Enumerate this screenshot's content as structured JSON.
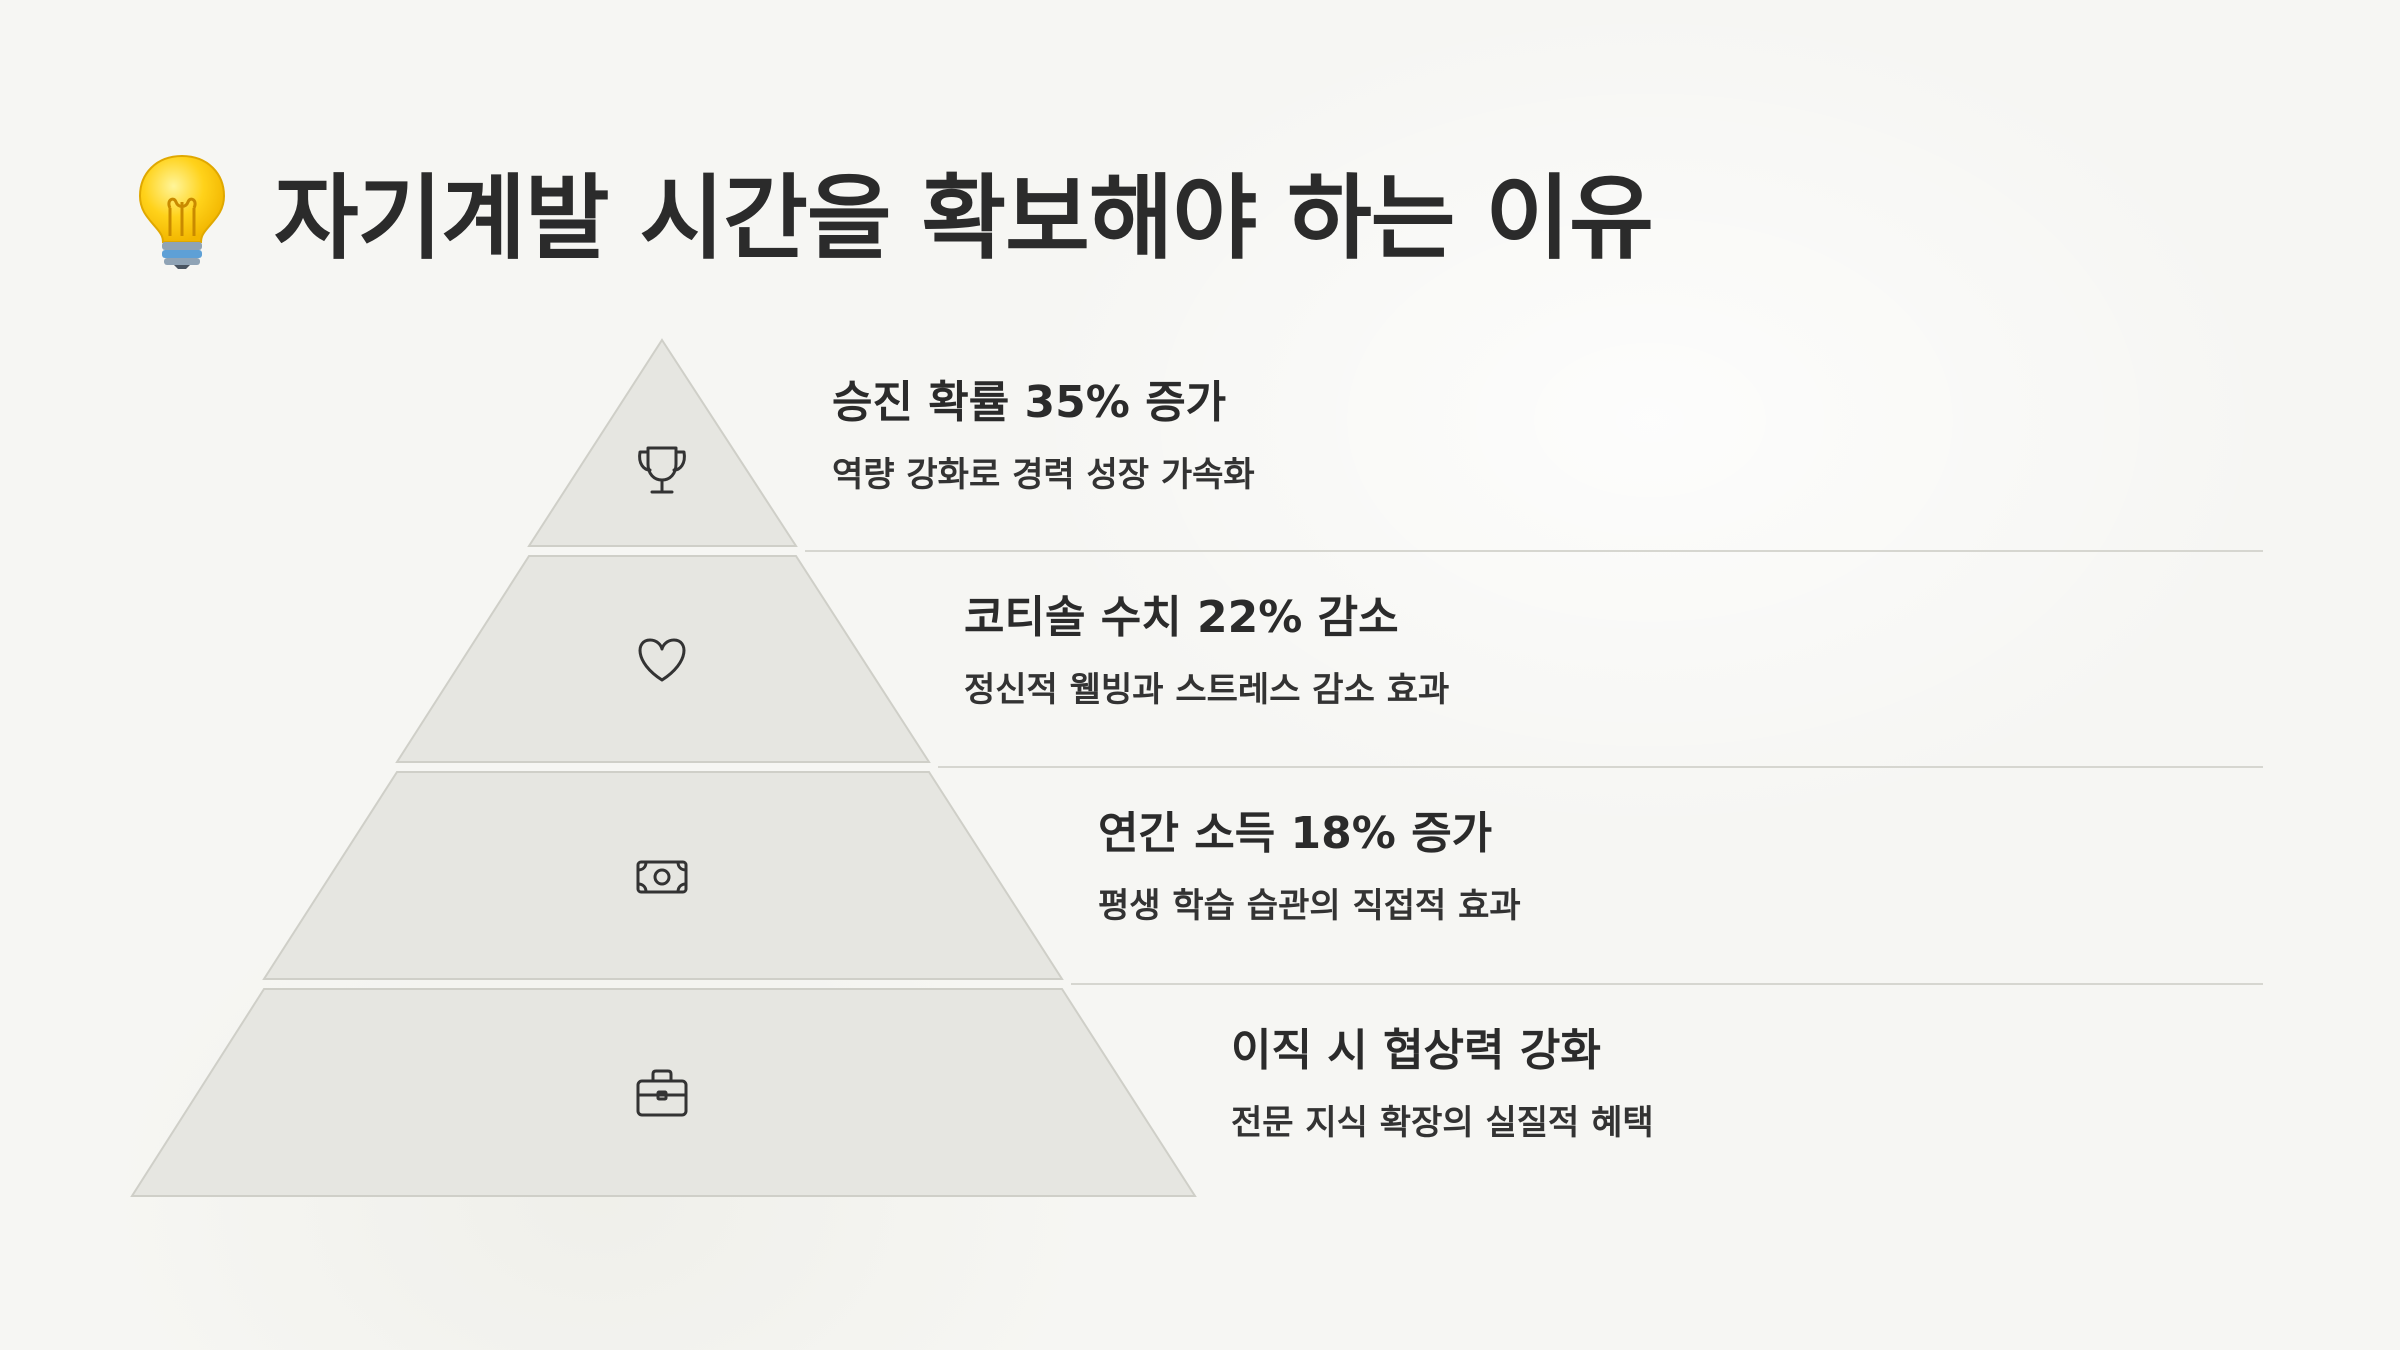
{
  "title": {
    "icon": "lightbulb-icon",
    "text": "자기계발 시간을 확보해야 하는 이유"
  },
  "levels": [
    {
      "icon": "trophy-icon",
      "title": "승진 확률 35% 증가",
      "desc": "역량 강화로 경력 성장 가속화"
    },
    {
      "icon": "heart-icon",
      "title": "코티솔 수치 22% 감소",
      "desc": "정신적 웰빙과 스트레스 감소 효과"
    },
    {
      "icon": "money-icon",
      "title": "연간 소득 18% 증가",
      "desc": "평생 학습 습관의 직접적 효과"
    },
    {
      "icon": "briefcase-icon",
      "title": "이직 시 협상력 강화",
      "desc": "전문 지식 확장의 실질적 혜택"
    }
  ],
  "colors": {
    "background": "#f6f6f3",
    "segment_fill": "#e6e6e1",
    "segment_stroke": "#cfcfc8",
    "divider": "#d6d6d0",
    "text": "#2b2b2b"
  }
}
